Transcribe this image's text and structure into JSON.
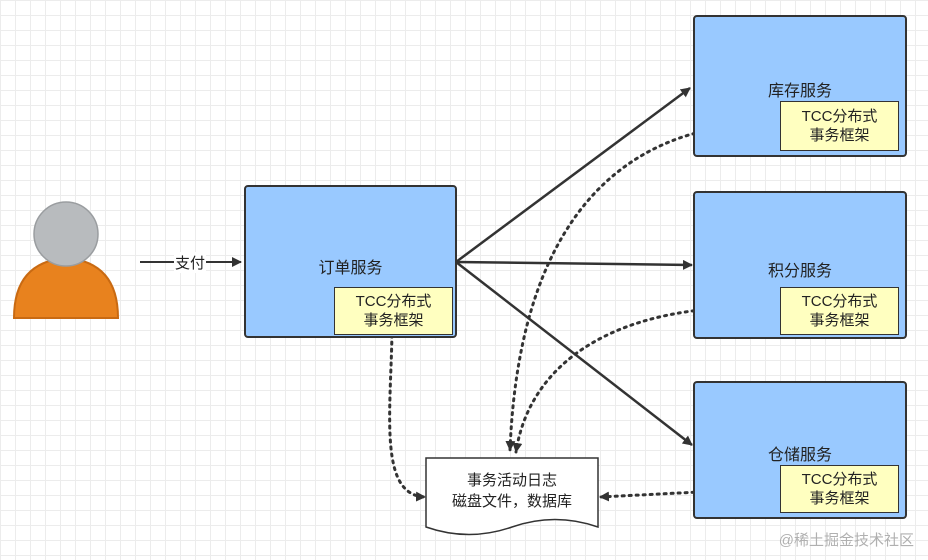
{
  "user": {
    "icon": "person-icon",
    "colors": {
      "head": "#b8bbbe",
      "body": "#e8821e"
    }
  },
  "pay_label": "支付",
  "order_service": {
    "title": "订单服务",
    "tcc": {
      "line1": "TCC分布式",
      "line2": "事务框架"
    }
  },
  "services": [
    {
      "title": "库存服务",
      "tcc": {
        "line1": "TCC分布式",
        "line2": "事务框架"
      }
    },
    {
      "title": "积分服务",
      "tcc": {
        "line1": "TCC分布式",
        "line2": "事务框架"
      }
    },
    {
      "title": "仓储服务",
      "tcc": {
        "line1": "TCC分布式",
        "line2": "事务框架"
      }
    }
  ],
  "log_doc": {
    "line1": "事务活动日志",
    "line2": "磁盘文件，数据库"
  },
  "watermark": "@稀土掘金技术社区",
  "colors": {
    "service_fill": "#99c9ff",
    "tcc_fill": "#ffffc0",
    "line": "#333333"
  }
}
